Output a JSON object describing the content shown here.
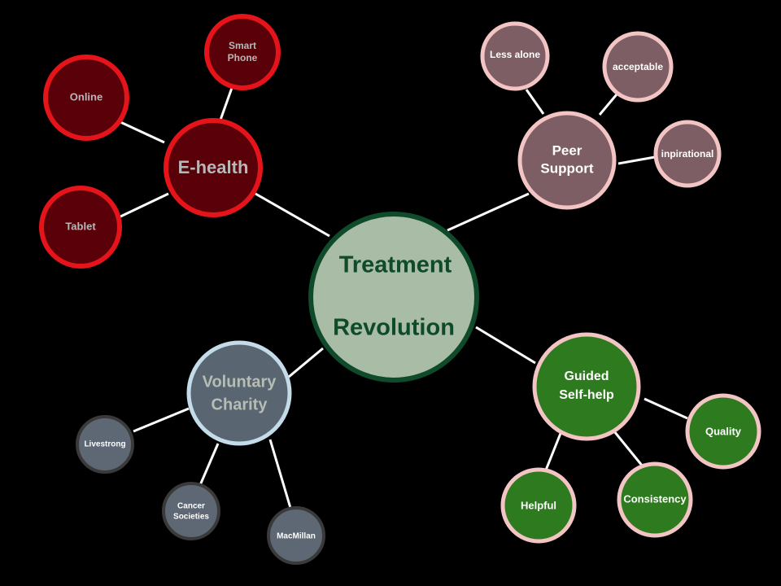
{
  "center": {
    "line1": "Treatment",
    "line2": "Revolution",
    "fill": "#a9bca5",
    "border": "#0f4a2b",
    "text_color": "#0f4a2b"
  },
  "branches": {
    "ehealth": {
      "label": "E-health",
      "fill": "#5a0009",
      "border": "#e5141a",
      "text_color": "#b8b8b8",
      "children": [
        {
          "label_lines": [
            "Smart",
            "Phone"
          ]
        },
        {
          "label_lines": [
            "Online"
          ]
        },
        {
          "label_lines": [
            "Tablet"
          ]
        }
      ]
    },
    "peer": {
      "label_lines": [
        "Peer",
        "Support"
      ],
      "fill": "#7d5e64",
      "border": "#f3c4c4",
      "text_color": "#ffffff",
      "children": [
        {
          "label_lines": [
            "Less alone"
          ]
        },
        {
          "label_lines": [
            "acceptable"
          ]
        },
        {
          "label_lines": [
            "inpirational"
          ]
        }
      ]
    },
    "voluntary": {
      "label_lines": [
        "Voluntary",
        "Charity"
      ],
      "fill": "#596570",
      "border": "#c4dbe9",
      "text_color": "#b5bdb5",
      "child_fill": "#5d6874",
      "child_border": "#3a3a3a",
      "children": [
        {
          "label_lines": [
            "Livestrong"
          ]
        },
        {
          "label_lines": [
            "Cancer",
            "Societies"
          ]
        },
        {
          "label_lines": [
            "MacMillan"
          ]
        }
      ]
    },
    "guided": {
      "label_lines": [
        "Guided",
        "Self-help"
      ],
      "fill": "#2d7a1f",
      "border": "#f3c4c4",
      "text_color": "#ffffff",
      "children": [
        {
          "label_lines": [
            "Quality"
          ]
        },
        {
          "label_lines": [
            "Consistency"
          ]
        },
        {
          "label_lines": [
            "Helpful"
          ]
        }
      ]
    }
  },
  "connector_color": "#ffffff"
}
